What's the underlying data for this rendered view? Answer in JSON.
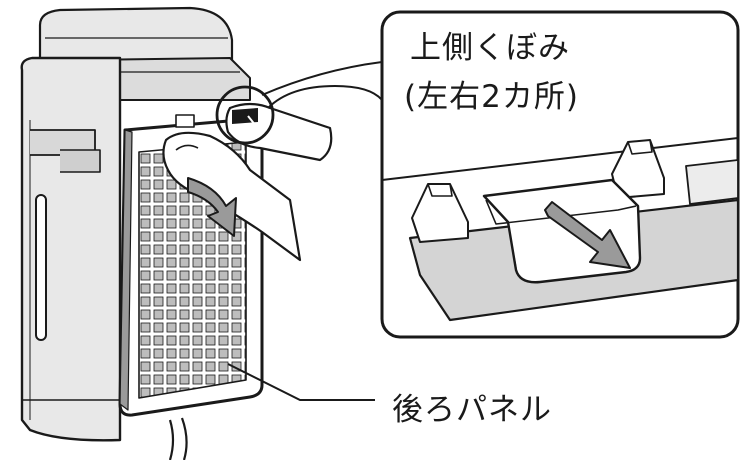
{
  "labels": {
    "detail_line1": "上側くぼみ",
    "detail_line2": "(左右2カ所)",
    "back_panel": "後ろパネル"
  },
  "colors": {
    "ink": "#1a1a1a",
    "body_fill": "#e8e8e8",
    "shade": "#c9c9c9",
    "arrow_fill": "#9a9a9a"
  }
}
